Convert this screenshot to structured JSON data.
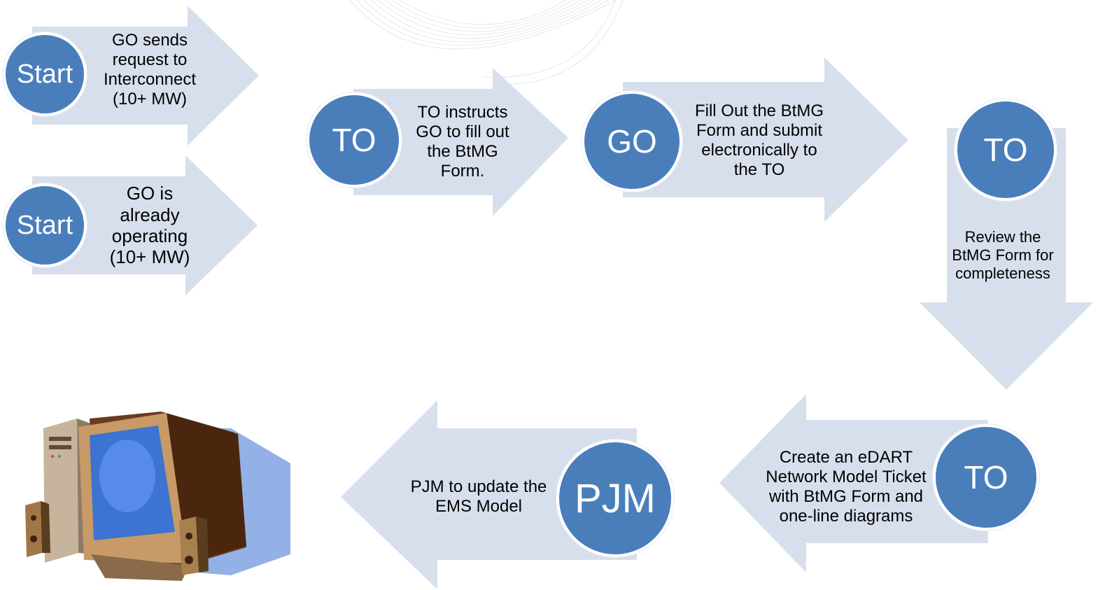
{
  "colors": {
    "arrow_fill": "#d8dfec",
    "circle_fill": "#4a7ebb",
    "circle_text": "#ffffff",
    "body_text": "#000000"
  },
  "steps": [
    {
      "actor": "Start",
      "text": "GO sends request to Interconnect (10+ MW)",
      "direction": "right"
    },
    {
      "actor": "Start",
      "text": "GO is already operating (10+ MW)",
      "direction": "right"
    },
    {
      "actor": "TO",
      "text": "TO instructs GO to fill out the BtMG Form.",
      "direction": "right"
    },
    {
      "actor": "GO",
      "text": "Fill Out the BtMG Form and submit electronically to the TO",
      "direction": "right"
    },
    {
      "actor": "TO",
      "text": "Review the BtMG Form for completeness",
      "direction": "down"
    },
    {
      "actor": "TO",
      "text": "Create an eDART Network Model Ticket with BtMG Form and one-line diagrams",
      "direction": "left"
    },
    {
      "actor": "PJM",
      "text": "PJM to update the EMS Model",
      "direction": "left"
    }
  ],
  "end_illustration": "computer-workstation-icon"
}
